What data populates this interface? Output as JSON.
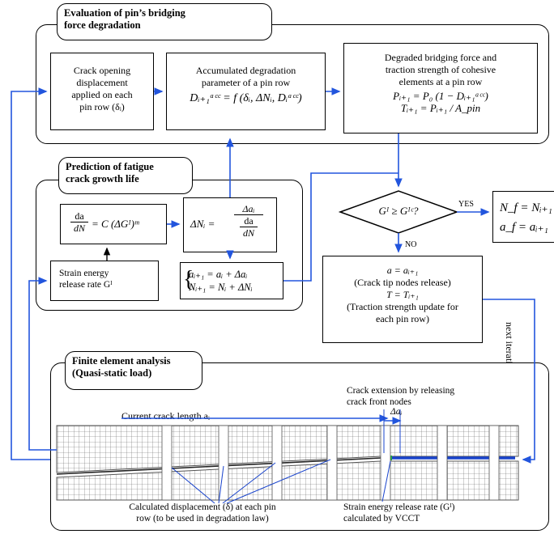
{
  "colors": {
    "arrow": "#2255dd",
    "mesh": "#555555",
    "crack_front": "#1a44cc",
    "highlight": "#22aa44"
  },
  "group_degradation": {
    "title_line1": "Evaluation of pin’s bridging",
    "title_line2": "force degradation",
    "box_opening": {
      "lines": [
        "Crack opening",
        "displacement",
        "applied on each",
        "pin row  (δᵢ)"
      ]
    },
    "box_accumulated": {
      "lines": [
        "Accumulated degradation",
        "parameter of a pin row"
      ],
      "eq": "Dᵢ₊₁ᵃᶜᶜ = f (δᵢ, ΔNᵢ, Dᵢᵃᶜᶜ)"
    },
    "box_degraded": {
      "lines": [
        "Degraded bridging force and",
        "traction strength of cohesive",
        "elements at a pin row"
      ],
      "eq1": "Pᵢ₊₁ = P₀ (1 − Dᵢ₊₁ᵃᶜᶜ)",
      "eq2": "Tᵢ₊₁ = Pᵢ₊₁ / A_pin"
    }
  },
  "group_fatigue": {
    "title_line1": "Prediction of fatigue",
    "title_line2": "crack growth life",
    "box_paris": {
      "lhs_num": "da",
      "lhs_den": "dN",
      "rhs": "= C (ΔGᴵ)ᵐ"
    },
    "box_deltaN": {
      "lhs": "ΔNᵢ =",
      "num": "Δaᵢ",
      "den_num": "da",
      "den_den": "dN"
    },
    "box_strain": {
      "lines": [
        "Strain energy",
        "release rate  Gᴵ"
      ]
    },
    "box_update": {
      "line1": "aᵢ₊₁ = aᵢ + Δaᵢ",
      "line2": "Nᵢ₊₁ = Nᵢ + ΔNᵢ"
    }
  },
  "decision": {
    "text": "Gᴵ ≥ Gᴵᶜ?",
    "yes_label": "YES",
    "no_label": "NO"
  },
  "box_result": {
    "line1": "N_f = Nᵢ₊₁",
    "line2": "a_f = aᵢ₊₁"
  },
  "box_release": {
    "lines": [
      "a = aᵢ₊₁",
      "(Crack tip nodes release)",
      "T = Tᵢ₊₁",
      "(Traction strength update for",
      "each pin row)"
    ]
  },
  "next_iteration": "next iteration",
  "group_fea": {
    "title_line1": "Finite element analysis",
    "title_line2": "(Quasi-static load)",
    "crack_extension_label": [
      "Crack extension by releasing",
      "crack front nodes"
    ],
    "delta_a_label": "Δaᵢ",
    "current_crack_label": "Current crack length  aᵢ",
    "displacement_label": [
      "Calculated displacement (δ) at each pin",
      "row (to be used in degradation law)"
    ],
    "strain_energy_label": [
      "Strain energy release rate  (Gᴵ)",
      "calculated by VCCT"
    ]
  }
}
